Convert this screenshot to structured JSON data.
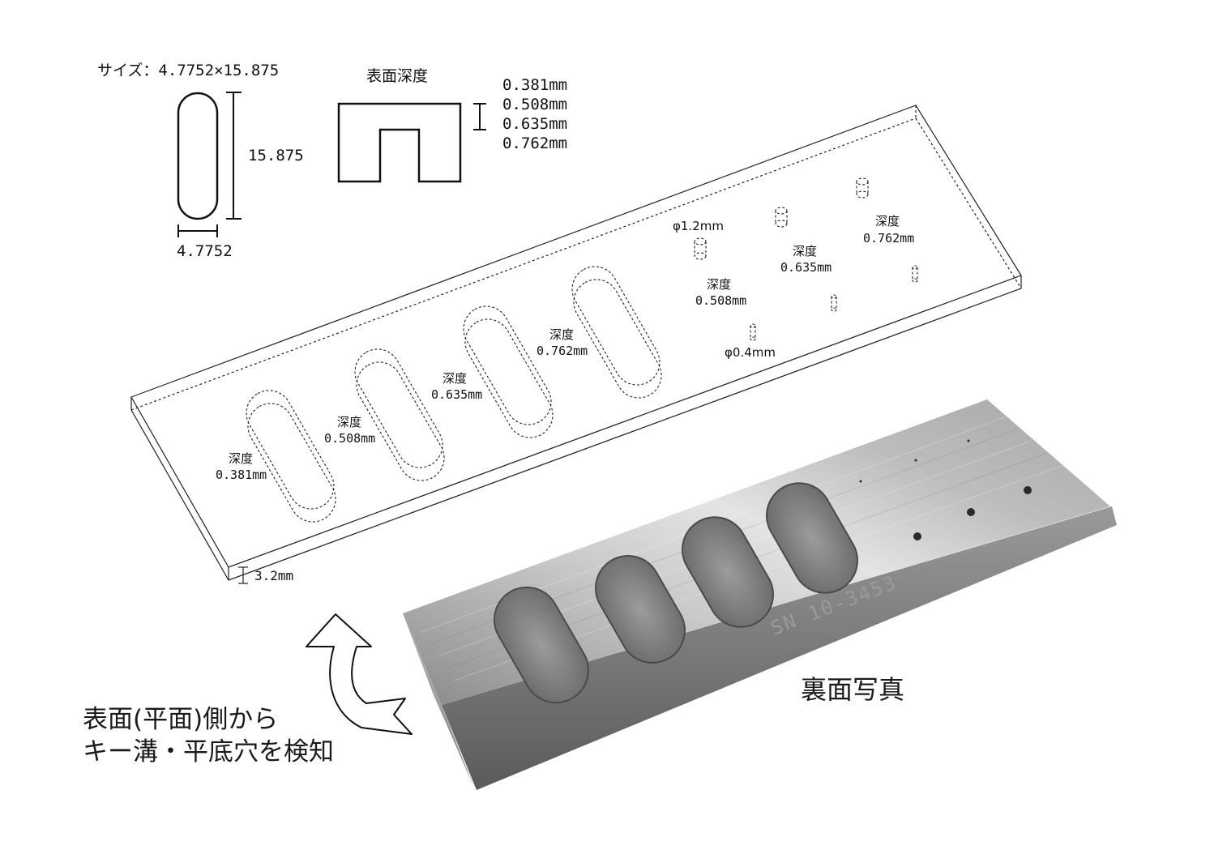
{
  "spec": {
    "size_label": "サイズ：4.7752×15.875",
    "length_label": "15.875",
    "width_label": "4.7752",
    "surface_depth_title": "表面深度",
    "depths": [
      "0.381mm",
      "0.508mm",
      "0.635mm",
      "0.762mm"
    ]
  },
  "plate": {
    "thickness_label": "3.2mm",
    "depth_word": "深度",
    "slot_depths": [
      "0.381mm",
      "0.508mm",
      "0.635mm",
      "0.762mm"
    ],
    "hole_diameter_large": "φ1.2mm",
    "hole_diameter_small": "φ0.4mm",
    "hole_depths": [
      "0.508mm",
      "0.635mm",
      "0.762mm"
    ]
  },
  "photo": {
    "serial": "SN 10-3453",
    "caption": "裏面写真"
  },
  "note": {
    "line1": "表面(平面)側から",
    "line2": "キー溝・平底穴を検知"
  },
  "colors": {
    "line": "#111111",
    "metal_light": "#d8d8d8",
    "metal_dark": "#6e6e6e"
  }
}
